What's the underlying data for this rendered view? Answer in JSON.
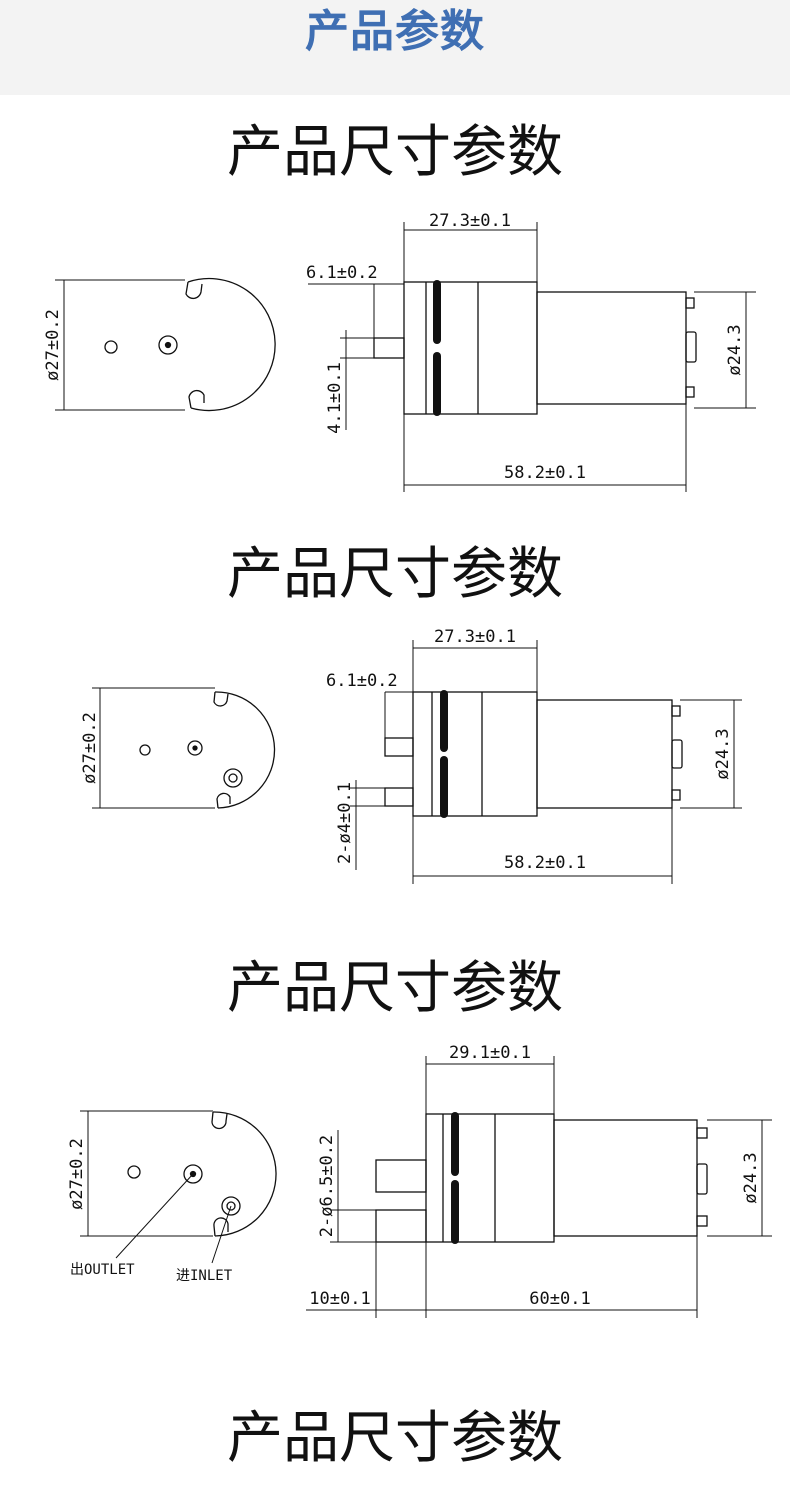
{
  "header": {
    "title": "产品参数",
    "title_color": "#3f6fb3"
  },
  "sections": [
    {
      "title": "产品尺寸参数",
      "dims": {
        "face_diameter": "ø27±0.2",
        "head_length": "27.3±0.1",
        "nozzle_length": "6.1±0.2",
        "nozzle_diameter": "4.1±0.1",
        "total_length": "58.2±0.1",
        "motor_diameter": "ø24.3"
      }
    },
    {
      "title": "产品尺寸参数",
      "dims": {
        "face_diameter": "ø27±0.2",
        "head_length": "27.3±0.1",
        "nozzle_length": "6.1±0.2",
        "nozzle_diameter": "2-ø4±0.1",
        "total_length": "58.2±0.1",
        "motor_diameter": "ø24.3"
      }
    },
    {
      "title": "产品尺寸参数",
      "dims": {
        "face_diameter": "ø27±0.2",
        "head_length": "29.1±0.1",
        "nozzle_diameter": "2-ø6.5±0.2",
        "nozzle_length": "10±0.1",
        "total_length": "60±0.1",
        "motor_diameter": "ø24.3",
        "outlet_label": "出OUTLET",
        "inlet_label": "进INLET"
      }
    },
    {
      "title": "产品尺寸参数"
    }
  ]
}
